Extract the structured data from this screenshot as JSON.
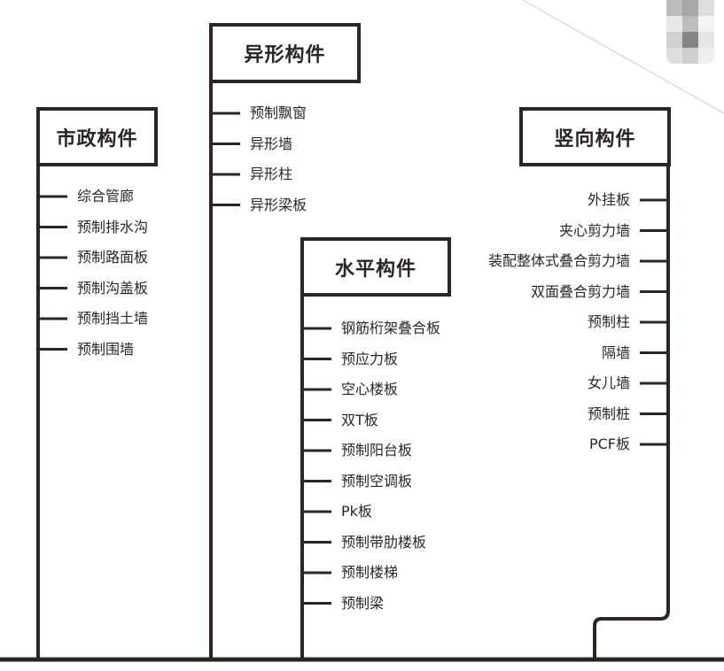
{
  "groups": [
    {
      "id": "municipal",
      "title": "市政构件",
      "items": [
        "综合管廊",
        "预制排水沟",
        "预制路面板",
        "预制沟盖板",
        "预制挡土墙",
        "预制围墙"
      ]
    },
    {
      "id": "irregular",
      "title": "异形构件",
      "items": [
        "预制飘窗",
        "异形墙",
        "异形柱",
        "异形梁板"
      ]
    },
    {
      "id": "horizontal",
      "title": "水平构件",
      "items": [
        "钢筋桁架叠合板",
        "预应力板",
        "空心楼板",
        "双T板",
        "预制阳台板",
        "预制空调板",
        "Pk板",
        "预制带肋楼板",
        "预制楼梯",
        "预制梁"
      ]
    },
    {
      "id": "vertical",
      "title": "竖向构件",
      "items": [
        "外挂板",
        "夹心剪力墙",
        "装配整体式叠合剪力墙",
        "双面叠合剪力墙",
        "预制柱",
        "隔墙",
        "女儿墙",
        "预制桩",
        "PCF板"
      ]
    }
  ],
  "colors": {
    "line": "#2b2624",
    "text": "#2b2624"
  }
}
